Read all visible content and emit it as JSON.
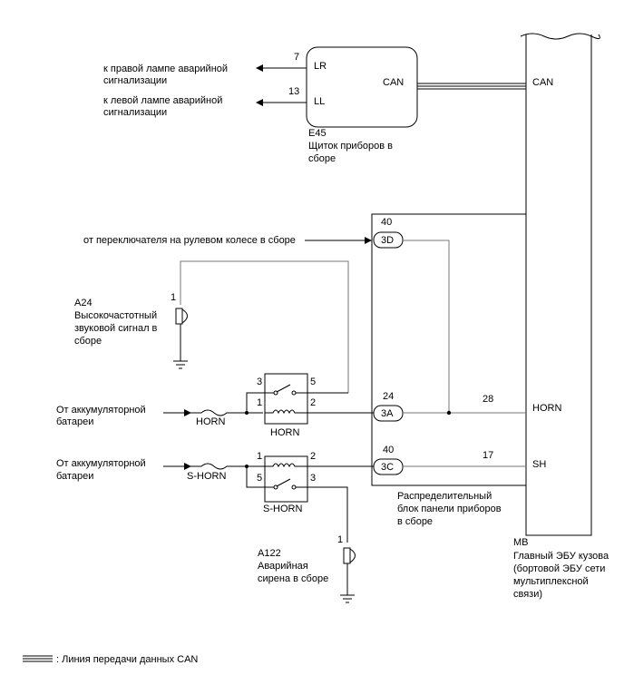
{
  "cluster": {
    "pin_lr": "7",
    "lr": "LR",
    "pin_ll": "13",
    "ll": "LL",
    "can": "CAN",
    "code": "E45",
    "name": [
      "Щиток приборов в",
      "сборе"
    ],
    "right_lamp": [
      "к правой лампе аварийной",
      "сигнализации"
    ],
    "left_lamp": [
      "к левой лампе аварийной",
      "сигнализации"
    ]
  },
  "ecu": {
    "can": "CAN",
    "pin_horn": "28",
    "horn": "HORN",
    "pin_sh": "17",
    "sh": "SH",
    "code": "MB",
    "name": [
      "Главный ЭБУ кузова",
      "(бортовой ЭБУ сети",
      "мультиплексной",
      "связи)"
    ]
  },
  "junction": {
    "pin_3d": "40",
    "conn_3d": "3D",
    "pin_3a": "24",
    "conn_3a": "3A",
    "pin_3c": "40",
    "conn_3c": "3C",
    "name": [
      "Распределительный",
      "блок панели приборов",
      "в сборе"
    ],
    "steering": "от переключателя на рулевом колесе в сборе"
  },
  "horn_hi": {
    "pin": "1",
    "code": "A24",
    "name": [
      "Высокочастотный",
      "звуковой сигнал в",
      "сборе"
    ]
  },
  "horn_relay": {
    "battery": [
      "От аккумуляторной",
      "батареи"
    ],
    "fuse": "HORN",
    "relay": "HORN",
    "p1": "1",
    "p2": "2",
    "p3": "3",
    "p5": "5"
  },
  "shorn_relay": {
    "battery": [
      "От аккумуляторной",
      "батареи"
    ],
    "fuse": "S-HORN",
    "relay": "S-HORN",
    "p1": "1",
    "p2": "2",
    "p3": "3",
    "p5": "5"
  },
  "siren": {
    "pin": "1",
    "code": "A122",
    "name": [
      "Аварийная",
      "сирена в сборе"
    ]
  },
  "legend": ": Линия передачи данных CAN"
}
